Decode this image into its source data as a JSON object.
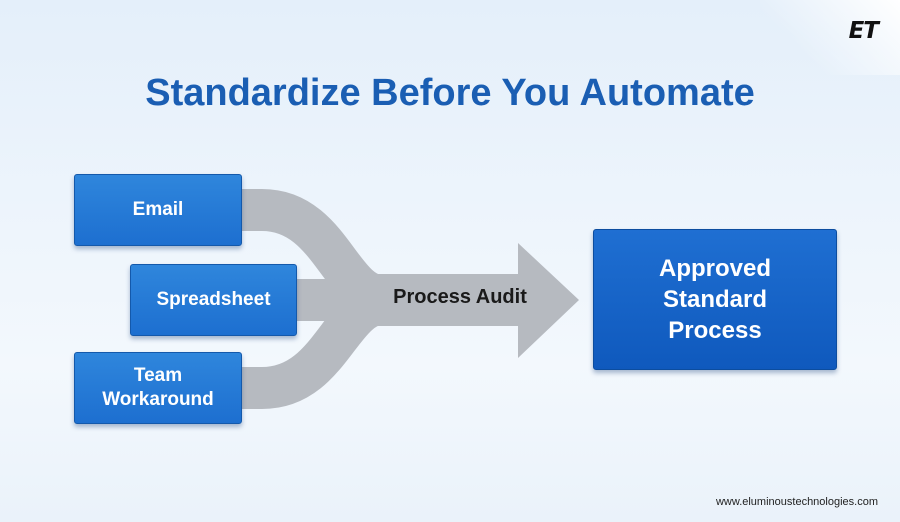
{
  "brand": {
    "logo_text": "ET",
    "website": "www.eluminoustechnologies.com"
  },
  "title": "Standardize Before You Automate",
  "inputs": [
    {
      "label": "Email"
    },
    {
      "label": "Spreadsheet"
    },
    {
      "label": "Team\nWorkaround"
    }
  ],
  "process": {
    "label": "Process Audit"
  },
  "output": {
    "label": "Approved\nStandard\nProcess"
  },
  "colors": {
    "title": "#1a5eb3",
    "box_fill": "#1d6fd0",
    "arrow": "#b8bcc2"
  }
}
